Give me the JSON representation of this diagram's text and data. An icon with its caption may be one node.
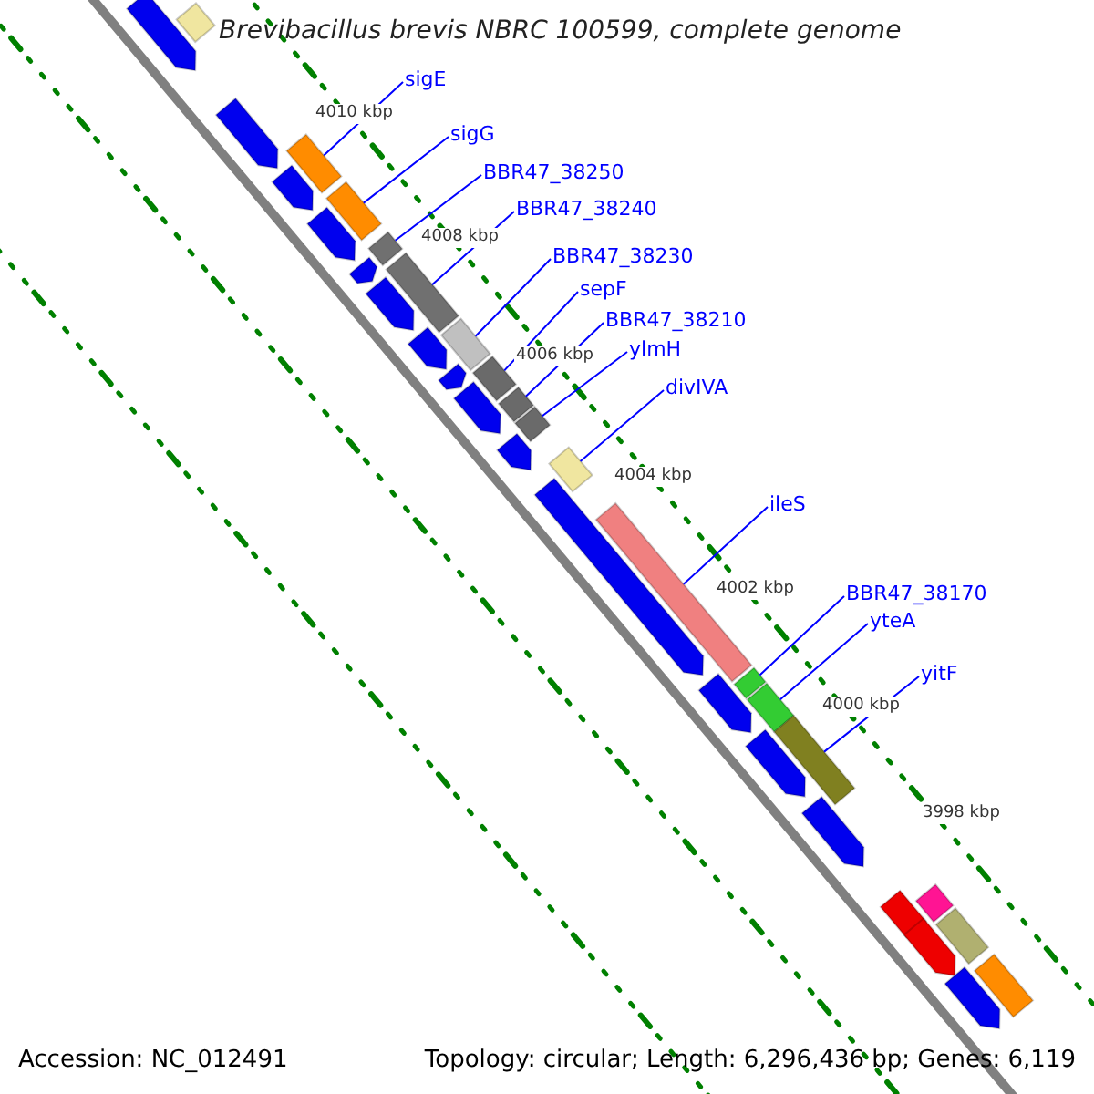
{
  "diagram": {
    "title": "Brevibacillus brevis NBRC 100599, complete genome",
    "nodes": [
      {
        "text": [
          "sigE"
        ]
      },
      {
        "text": [
          "sigG"
        ]
      },
      {
        "text": [
          "BBR47_38250"
        ]
      },
      {
        "text": [
          "BBR47_38240"
        ]
      },
      {
        "text": [
          "BBR47_38230"
        ]
      },
      {
        "text": [
          "sepF"
        ]
      },
      {
        "text": [
          "BBR47_38210"
        ]
      },
      {
        "text": [
          "ylmH"
        ]
      },
      {
        "text": [
          "divIVA"
        ]
      },
      {
        "text": [
          "ileS"
        ]
      },
      {
        "text": [
          "BBR47_38170"
        ]
      },
      {
        "text": [
          "yteA"
        ]
      },
      {
        "text": [
          "yitF"
        ]
      },
      {
        "text": [],
        "shape": "bar"
      },
      {
        "text": [],
        "shape": "pentagon"
      },
      {
        "text": [],
        "shape": "pentagon"
      },
      {
        "text": [],
        "shape": "bar"
      },
      {
        "text": [],
        "shape": "pentagon"
      },
      {
        "text": [],
        "shape": "bar"
      },
      {
        "text": [],
        "shape": "pentagon"
      },
      {
        "text": [],
        "shape": "bar"
      },
      {
        "text": [],
        "shape": "pentagon"
      },
      {
        "text": [],
        "shape": "bar"
      },
      {
        "text": [],
        "shape": "pentagon"
      },
      {
        "text": [],
        "shape": "pentagon"
      },
      {
        "text": [],
        "shape": "bar"
      },
      {
        "text": [],
        "shape": "pentagon"
      },
      {
        "text": [],
        "shape": "bar"
      },
      {
        "text": [],
        "shape": "pentagon"
      },
      {
        "text": [],
        "shape": "bar"
      },
      {
        "text": [],
        "shape": "bar"
      },
      {
        "text": [],
        "shape": "pentagon"
      },
      {
        "text": [],
        "shape": "bar"
      },
      {
        "text": [],
        "shape": "pentagon"
      },
      {
        "text": [],
        "shape": "bar"
      },
      {
        "text": [],
        "shape": "pentagon"
      },
      {
        "text": [],
        "shape": "bar"
      },
      {
        "text": [],
        "shape": "bar"
      },
      {
        "text": [],
        "shape": "bar"
      },
      {
        "text": [],
        "shape": "pentagon"
      },
      {
        "text": [],
        "shape": "pentagon"
      },
      {
        "text": [],
        "shape": "pentagon"
      },
      {
        "text": [],
        "shape": "bar"
      },
      {
        "text": [],
        "shape": "pentagon"
      },
      {
        "text": [],
        "shape": "bar"
      },
      {
        "text": [],
        "shape": "pentagon"
      },
      {
        "text": [],
        "shape": "bar"
      }
    ],
    "edges": [
      {
        "from": 0,
        "to": 16,
        "arrow": "none"
      },
      {
        "from": 1,
        "to": 18,
        "arrow": "none"
      },
      {
        "from": 2,
        "to": 20,
        "arrow": "none"
      },
      {
        "from": 3,
        "to": 22,
        "arrow": "none"
      },
      {
        "from": 4,
        "to": 25,
        "arrow": "none"
      },
      {
        "from": 5,
        "to": 27,
        "arrow": "none"
      },
      {
        "from": 6,
        "to": 29,
        "arrow": "none"
      },
      {
        "from": 7,
        "to": 30,
        "arrow": "none"
      },
      {
        "from": 8,
        "to": 32,
        "arrow": "none"
      },
      {
        "from": 9,
        "to": 34,
        "arrow": "none"
      },
      {
        "from": 10,
        "to": 36,
        "arrow": "none"
      },
      {
        "from": 11,
        "to": 37,
        "arrow": "none"
      },
      {
        "from": 12,
        "to": 38,
        "arrow": "none"
      }
    ],
    "labels": [
      "4010 kbp",
      "4008 kbp",
      "4006 kbp",
      "4004 kbp",
      "4002 kbp",
      "4000 kbp",
      "3998 kbp",
      "Accession: NC_012491",
      "Topology: circular; Length: 6,296,436 bp; Genes: 6,119"
    ]
  }
}
